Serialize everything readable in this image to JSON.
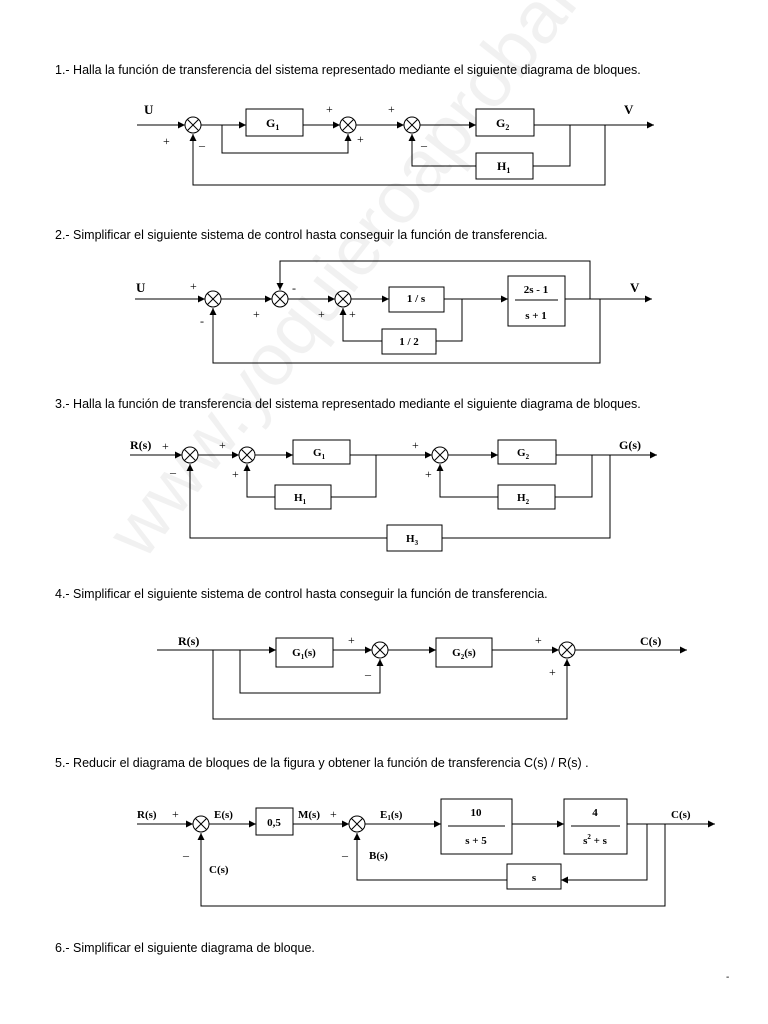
{
  "watermark": "www.yoquieroaprobar.es",
  "questions": [
    {
      "id": 1,
      "text": "1.- Halla la función de transferencia del sistema representado mediante el siguiente diagrama de bloques."
    },
    {
      "id": 2,
      "text": "2.- Simplificar el siguiente sistema de control hasta conseguir la función de transferencia."
    },
    {
      "id": 3,
      "text": "3.- Halla la función de transferencia del sistema representado mediante el siguiente diagrama de bloques."
    },
    {
      "id": 4,
      "text": "4.- Simplificar el siguiente sistema de control hasta conseguir la función de transferencia."
    },
    {
      "id": 5,
      "text": "5.- Reducir el diagrama de bloques de la figura y obtener la función de transferencia  C(s) / R(s) ."
    },
    {
      "id": 6,
      "text": "6.- Simplificar el siguiente diagrama de bloque."
    }
  ],
  "d1": {
    "input": "U",
    "output": "V",
    "g1": "G",
    "g1_sub": "1",
    "g2": "G",
    "g2_sub": "2",
    "h1": "H",
    "h1_sub": "1",
    "plus": "+",
    "minus": "–"
  },
  "d2": {
    "input": "U",
    "output": "V",
    "b1": "1 / s",
    "b2_num": "2s - 1",
    "b2_den": "s + 1",
    "b3": "1 / 2",
    "plus": "+",
    "minus": "-"
  },
  "d3": {
    "input": "R(s)",
    "output": "G(s)",
    "g1": "G",
    "g1_sub": "1",
    "g2": "G",
    "g2_sub": "2",
    "h1": "H",
    "h1_sub": "1",
    "h2": "H",
    "h2_sub": "2",
    "h3": "H",
    "h3_sub": "3",
    "plus": "+",
    "minus": "–"
  },
  "d4": {
    "input": "R(s)",
    "output": "C(s)",
    "g1": "G",
    "g1_sub": "1",
    "g1_arg": "(s)",
    "g2": "G",
    "g2_sub": "2",
    "g2_arg": "(s)",
    "plus": "+",
    "minus": "–"
  },
  "d5": {
    "input": "R(s)",
    "output": "C(s)",
    "es": "E(s)",
    "ms": "M(s)",
    "e1": "E",
    "e1_sub": "1",
    "e1_arg": "(s)",
    "bs": "B(s)",
    "cs": "C(s)",
    "k": "0,5",
    "b1_num": "10",
    "b1_den": "s + 5",
    "b2_num": "4",
    "b2_den_a": "s",
    "b2_den_exp": "2",
    "b2_den_b": " + s",
    "b3": "s",
    "plus": "+",
    "minus": "–"
  },
  "footer_mark": "-"
}
